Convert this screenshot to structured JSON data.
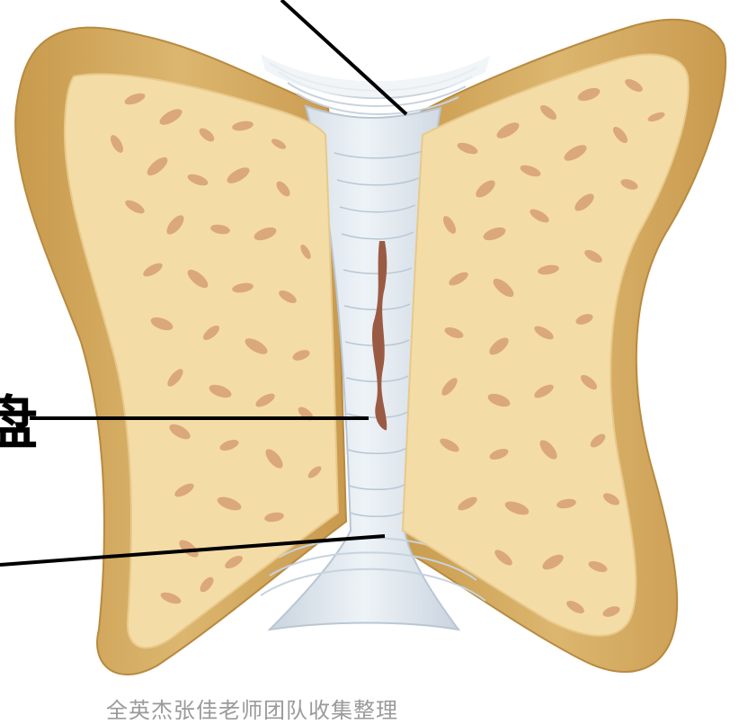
{
  "figure": {
    "labels": {
      "partial_left_label": "盘",
      "watermark": "全英杰张佳老师团队收集整理"
    },
    "colors": {
      "bone_outer": "#d9b169",
      "bone_edge": "#c99a4e",
      "bone_inner": "#f4dca6",
      "trabecular_holes": "#dba879",
      "disc": "#dfe7ee",
      "disc_lines": "#b9c7d3",
      "cleft": "#9b5a43",
      "leader_line": "#000000"
    },
    "parts": [
      "left-pubic-bone",
      "right-pubic-bone",
      "interpubic-disc",
      "superior-ligament",
      "inferior-ligament",
      "cleft"
    ]
  }
}
